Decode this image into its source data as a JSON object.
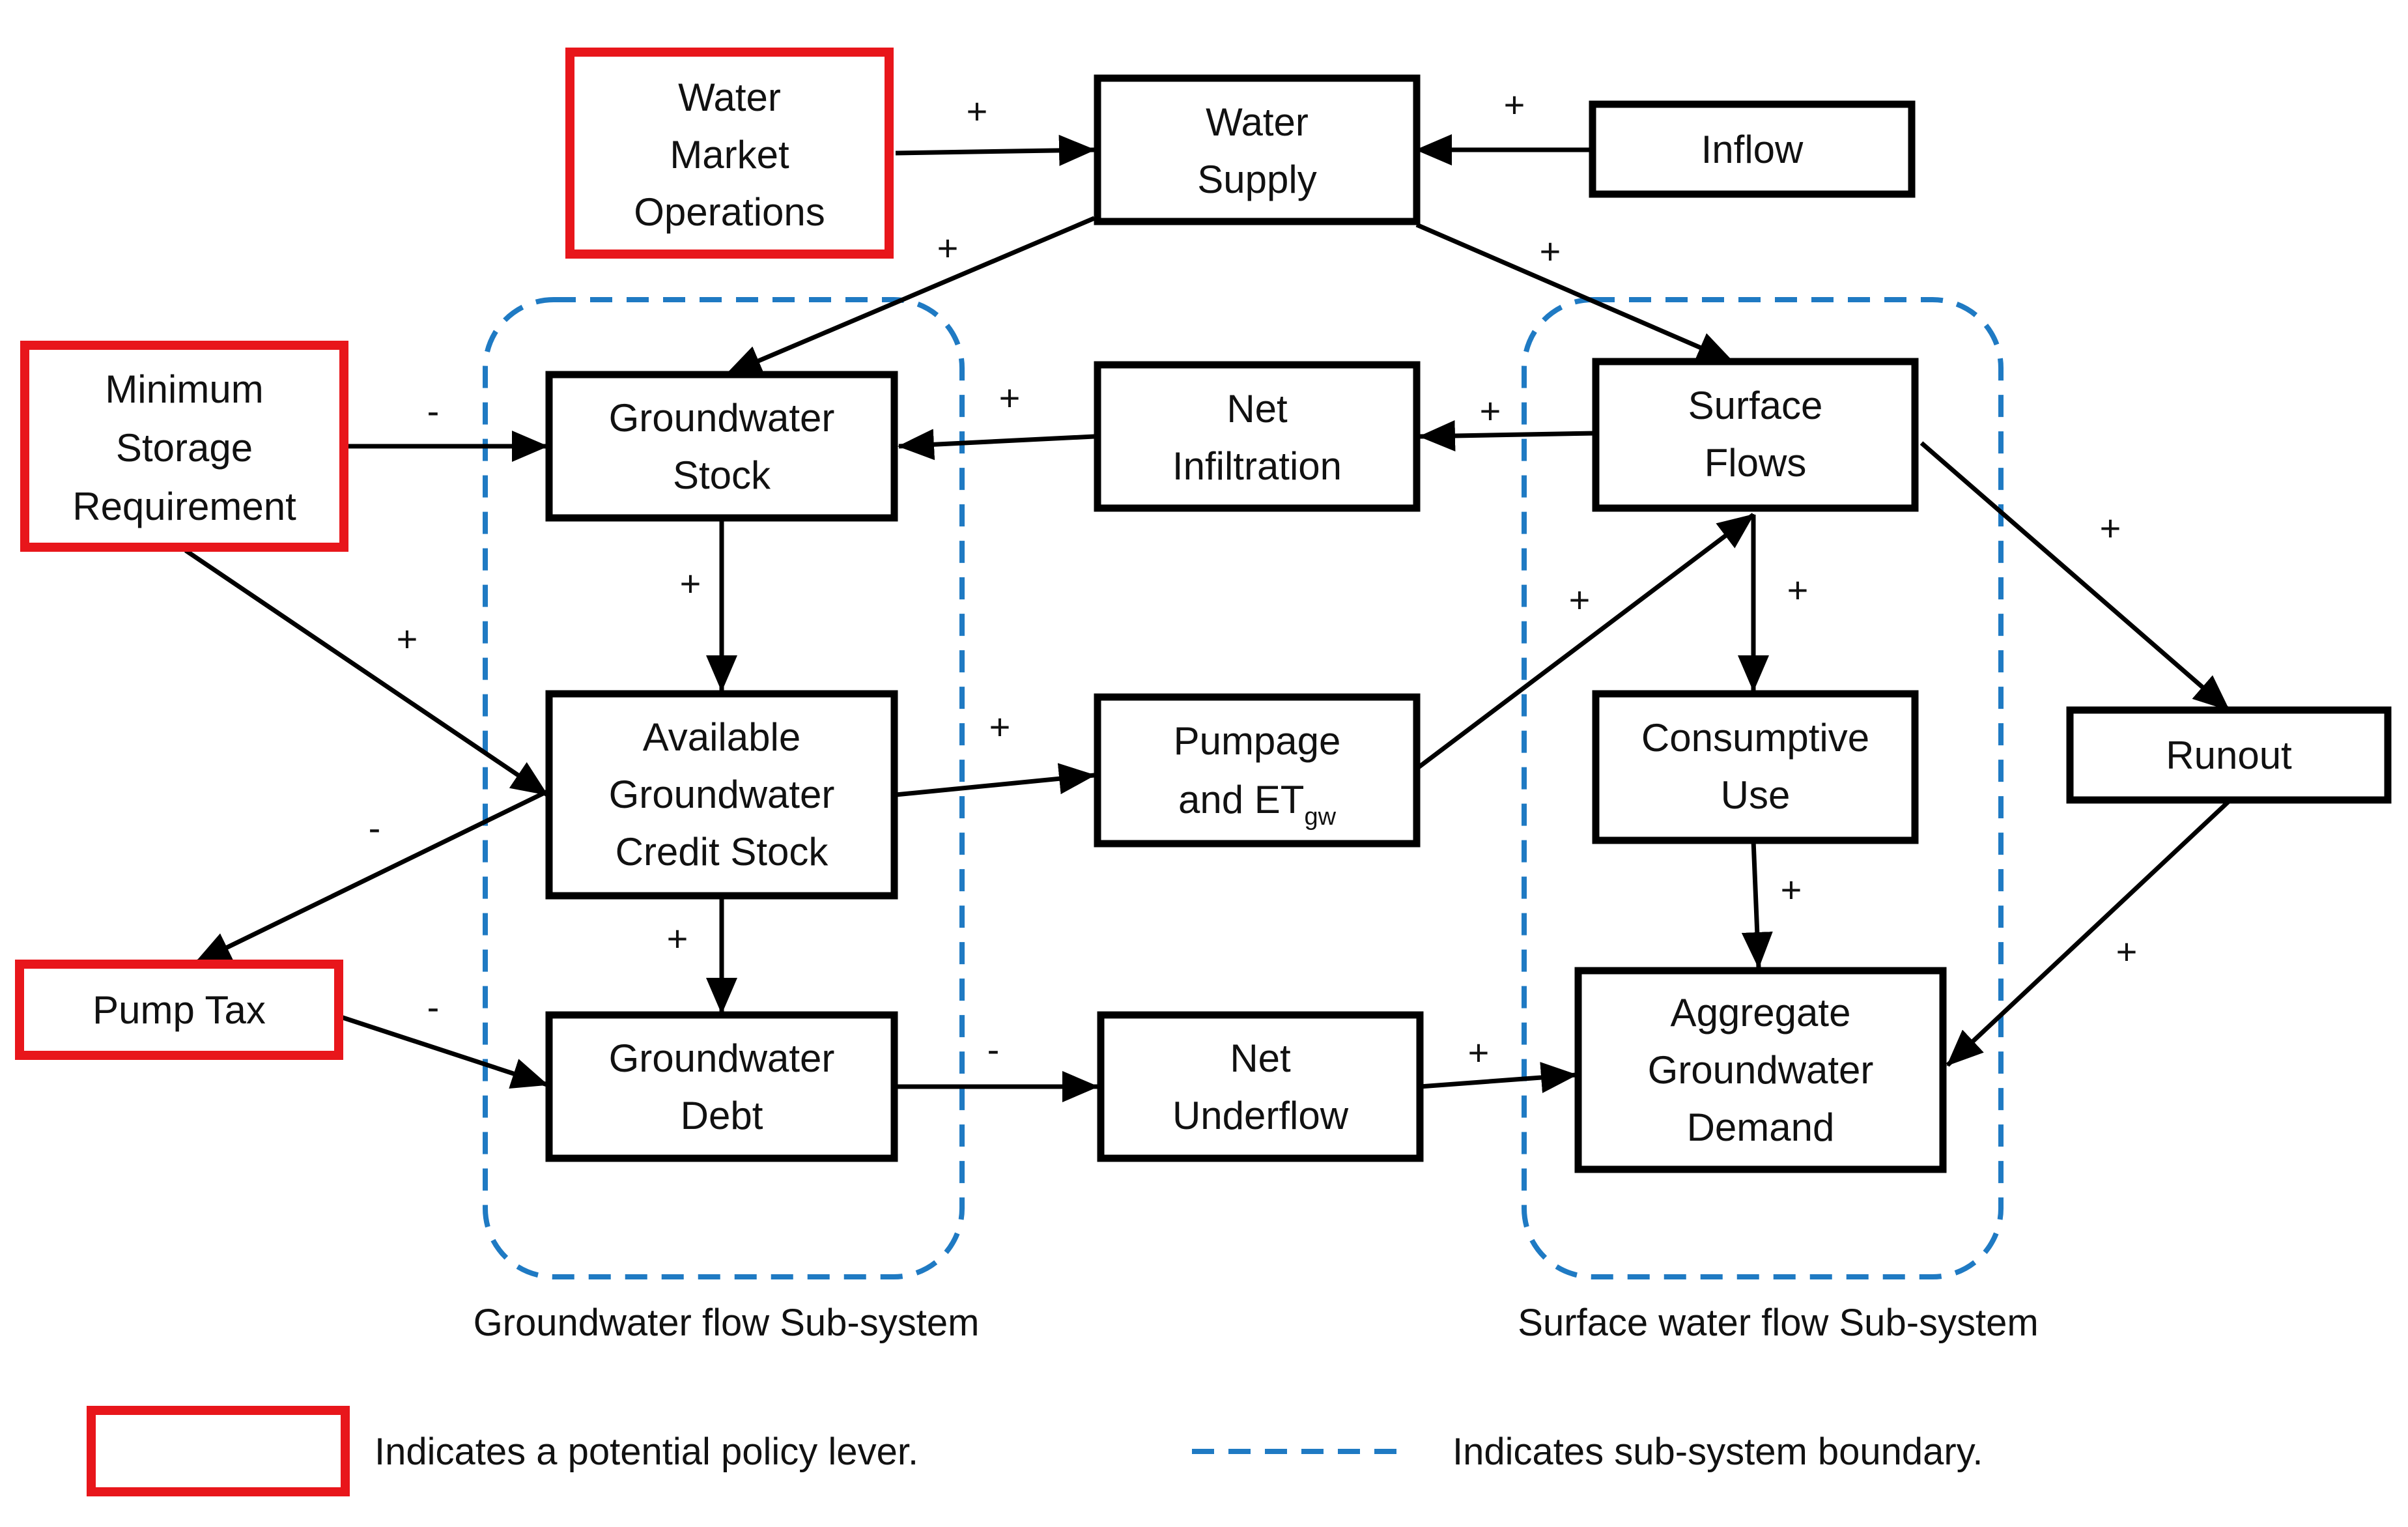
{
  "nodes": {
    "water_market_operations": {
      "lines": [
        "Water",
        "Market",
        "Operations"
      ],
      "policy_lever": true
    },
    "water_supply": {
      "lines": [
        "Water",
        "Supply"
      ]
    },
    "inflow": {
      "lines": [
        "Inflow"
      ]
    },
    "minimum_storage_requirement": {
      "lines": [
        "Minimum",
        "Storage",
        "Requirement"
      ],
      "policy_lever": true
    },
    "groundwater_stock": {
      "lines": [
        "Groundwater",
        "Stock"
      ]
    },
    "net_infiltration": {
      "lines": [
        "Net",
        "Infiltration"
      ]
    },
    "surface_flows": {
      "lines": [
        "Surface",
        "Flows"
      ]
    },
    "available_groundwater_credit_stock": {
      "lines": [
        "Available",
        "Groundwater",
        "Credit Stock"
      ]
    },
    "pumpage_and_et": {
      "line1": "Pumpage",
      "line2_main": "and ET",
      "line2_sub": "gw"
    },
    "consumptive_use": {
      "lines": [
        "Consumptive",
        "Use"
      ]
    },
    "runout": {
      "lines": [
        "Runout"
      ]
    },
    "pump_tax": {
      "lines": [
        "Pump Tax"
      ],
      "policy_lever": true
    },
    "groundwater_debt": {
      "lines": [
        "Groundwater",
        "Debt"
      ]
    },
    "net_underflow": {
      "lines": [
        "Net",
        "Underflow"
      ]
    },
    "aggregate_groundwater_demand": {
      "lines": [
        "Aggregate",
        "Groundwater",
        "Demand"
      ]
    }
  },
  "edges": [
    {
      "from": "water_market_operations",
      "to": "water_supply",
      "sign": "+"
    },
    {
      "from": "inflow",
      "to": "water_supply",
      "sign": "+"
    },
    {
      "from": "water_supply",
      "to": "groundwater_stock",
      "sign": "+"
    },
    {
      "from": "water_supply",
      "to": "surface_flows",
      "sign": "+"
    },
    {
      "from": "minimum_storage_requirement",
      "to": "groundwater_stock",
      "sign": "-"
    },
    {
      "from": "net_infiltration",
      "to": "groundwater_stock",
      "sign": "+"
    },
    {
      "from": "surface_flows",
      "to": "net_infiltration",
      "sign": "+"
    },
    {
      "from": "groundwater_stock",
      "to": "available_groundwater_credit_stock",
      "sign": "+"
    },
    {
      "from": "minimum_storage_requirement",
      "to": "available_groundwater_credit_stock",
      "sign": "+"
    },
    {
      "from": "available_groundwater_credit_stock",
      "to": "pumpage_and_et",
      "sign": "+"
    },
    {
      "from": "pumpage_and_et",
      "to": "surface_flows",
      "sign": "+"
    },
    {
      "from": "surface_flows",
      "to": "consumptive_use",
      "sign": "+"
    },
    {
      "from": "surface_flows",
      "to": "runout",
      "sign": "+"
    },
    {
      "from": "available_groundwater_credit_stock",
      "to": "pump_tax",
      "sign": "-"
    },
    {
      "from": "available_groundwater_credit_stock",
      "to": "groundwater_debt",
      "sign": "+"
    },
    {
      "from": "pump_tax",
      "to": "groundwater_debt",
      "sign": "-"
    },
    {
      "from": "groundwater_debt",
      "to": "net_underflow",
      "sign": "-"
    },
    {
      "from": "net_underflow",
      "to": "aggregate_groundwater_demand",
      "sign": "+"
    },
    {
      "from": "consumptive_use",
      "to": "aggregate_groundwater_demand",
      "sign": "+"
    },
    {
      "from": "runout",
      "to": "aggregate_groundwater_demand",
      "sign": "+"
    }
  ],
  "subsystems": {
    "groundwater": "Groundwater flow Sub-system",
    "surface": "Surface water flow Sub-system"
  },
  "legend": {
    "policy_lever": "Indicates a potential policy lever.",
    "boundary": "Indicates sub-system boundary."
  },
  "colors": {
    "policy_lever": "#e8161b",
    "boundary": "#1f7ac3",
    "stroke": "#000000"
  }
}
